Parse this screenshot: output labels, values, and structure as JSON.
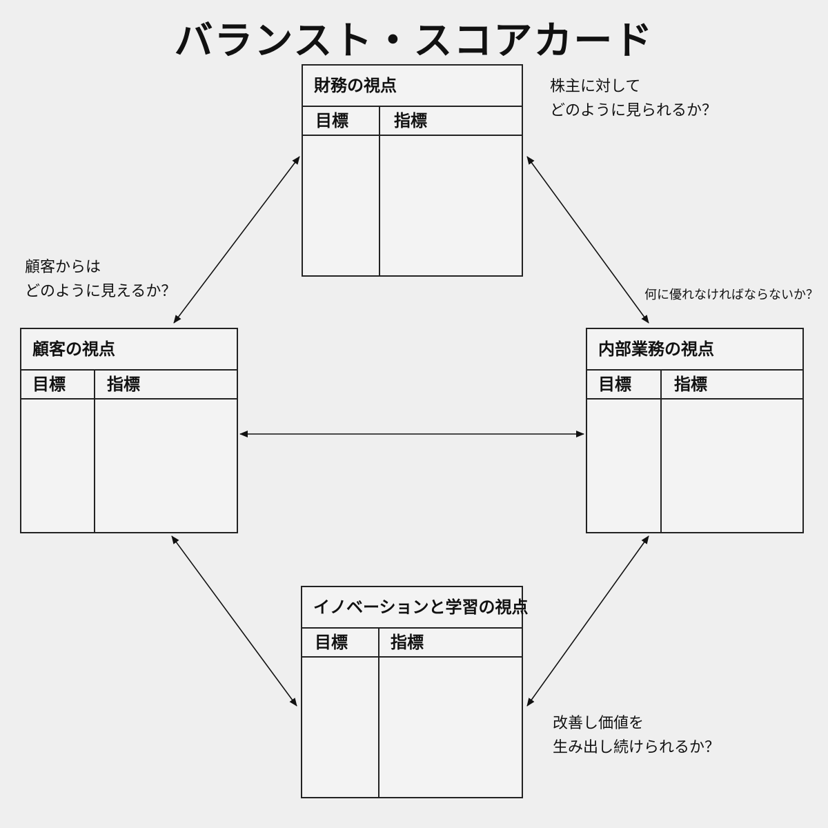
{
  "title": "バランスト・スコアカード",
  "columns": {
    "objective": "目標",
    "measure": "指標"
  },
  "cards": {
    "financial": {
      "title": "財務の視点"
    },
    "customer": {
      "title": "顧客の視点"
    },
    "internal": {
      "title": "内部業務の視点"
    },
    "learning": {
      "title": "イノベーションと学習の視点"
    }
  },
  "notes": {
    "financial": [
      "株主に対して",
      "どのように見られるか？"
    ],
    "customer": [
      "顧客からは",
      "どのように見えるか？"
    ],
    "internal": [
      "何に優れなければならないか？"
    ],
    "learning": [
      "改善し価値を",
      "生み出し続けられるか？"
    ]
  }
}
